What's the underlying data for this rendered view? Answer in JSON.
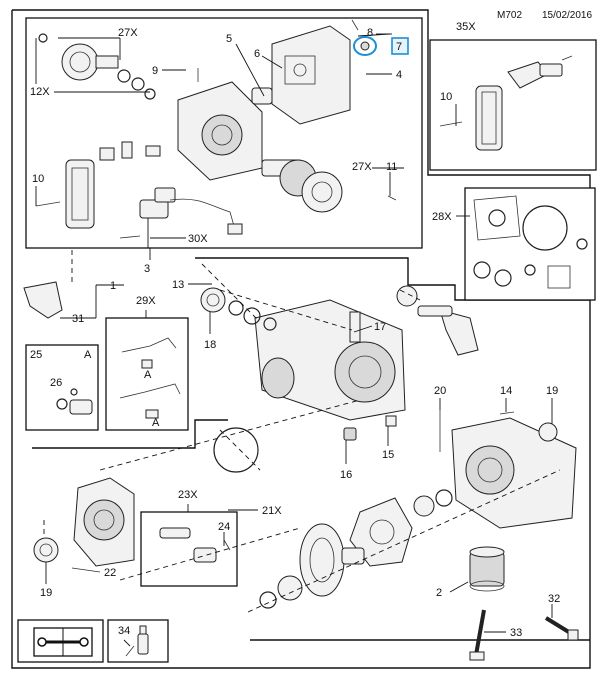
{
  "header": {
    "code": "M702",
    "date": "15/02/2016"
  },
  "highlight": {
    "label": "7",
    "color": "#1a8fd8"
  },
  "callouts": {
    "c27x_top": "27X",
    "c8": "8",
    "c5": "5",
    "c6": "6",
    "c9": "9",
    "c12x": "12X",
    "c4": "4",
    "c10a": "10",
    "c27x_mid": "27X",
    "c11": "11",
    "c30x": "30X",
    "c3": "3",
    "c35x": "35X",
    "c10b": "10",
    "c28x": "28X",
    "c1": "1",
    "c31": "31",
    "c13": "13",
    "c29x": "29X",
    "c17": "17",
    "c18": "18",
    "c25": "25",
    "cA1": "A",
    "c26": "26",
    "cA2": "A",
    "cA3": "A",
    "c16": "16",
    "c15": "15",
    "c20": "20",
    "c14": "14",
    "c19a": "19",
    "c23x": "23X",
    "c21x": "21X",
    "c24": "24",
    "c22": "22",
    "c19b": "19",
    "c2": "2",
    "c32": "32",
    "c33": "33",
    "c34": "34"
  }
}
